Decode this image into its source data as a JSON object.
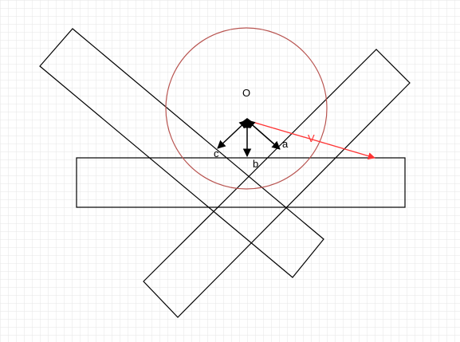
{
  "labels": {
    "origin": "O",
    "a": "a",
    "b": "b",
    "c": "c",
    "v": "V"
  },
  "colors": {
    "grid": "#e6e6e6",
    "outline": "#000000",
    "circle": "#b85450",
    "velocity": "#ff3333",
    "background": "#ffffff"
  }
}
